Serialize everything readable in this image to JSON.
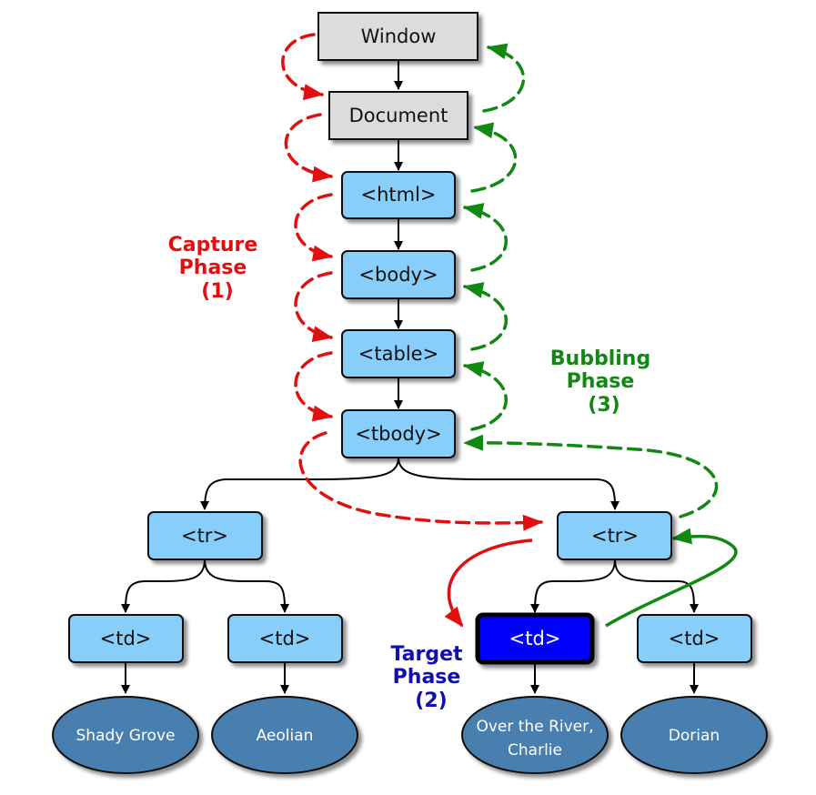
{
  "colors": {
    "gray_node": "#dcdcdc",
    "blue_node": "#87cefa",
    "target_node": "#0000ff",
    "leaf_node": "#4a7fae",
    "capture": "#e01010",
    "bubbling": "#118811",
    "target_label": "#1010b0"
  },
  "nodes": {
    "window": "Window",
    "document": "Document",
    "html": "<html>",
    "body": "<body>",
    "table": "<table>",
    "tbody": "<tbody>",
    "tr_left": "<tr>",
    "tr_right": "<tr>",
    "td_1": "<td>",
    "td_2": "<td>",
    "td_target": "<td>",
    "td_4": "<td>"
  },
  "leaves": {
    "shady_grove": "Shady Grove",
    "aeolian": "Aeolian",
    "over_river_line1": "Over the River,",
    "over_river_line2": "Charlie",
    "dorian": "Dorian"
  },
  "labels": {
    "capture": {
      "line1": "Capture",
      "line2": "Phase",
      "line3": "(1)"
    },
    "bubbling": {
      "line1": "Bubbling",
      "line2": "Phase",
      "line3": "(3)"
    },
    "target": {
      "line1": "Target",
      "line2": "Phase",
      "line3": "(2)"
    }
  }
}
